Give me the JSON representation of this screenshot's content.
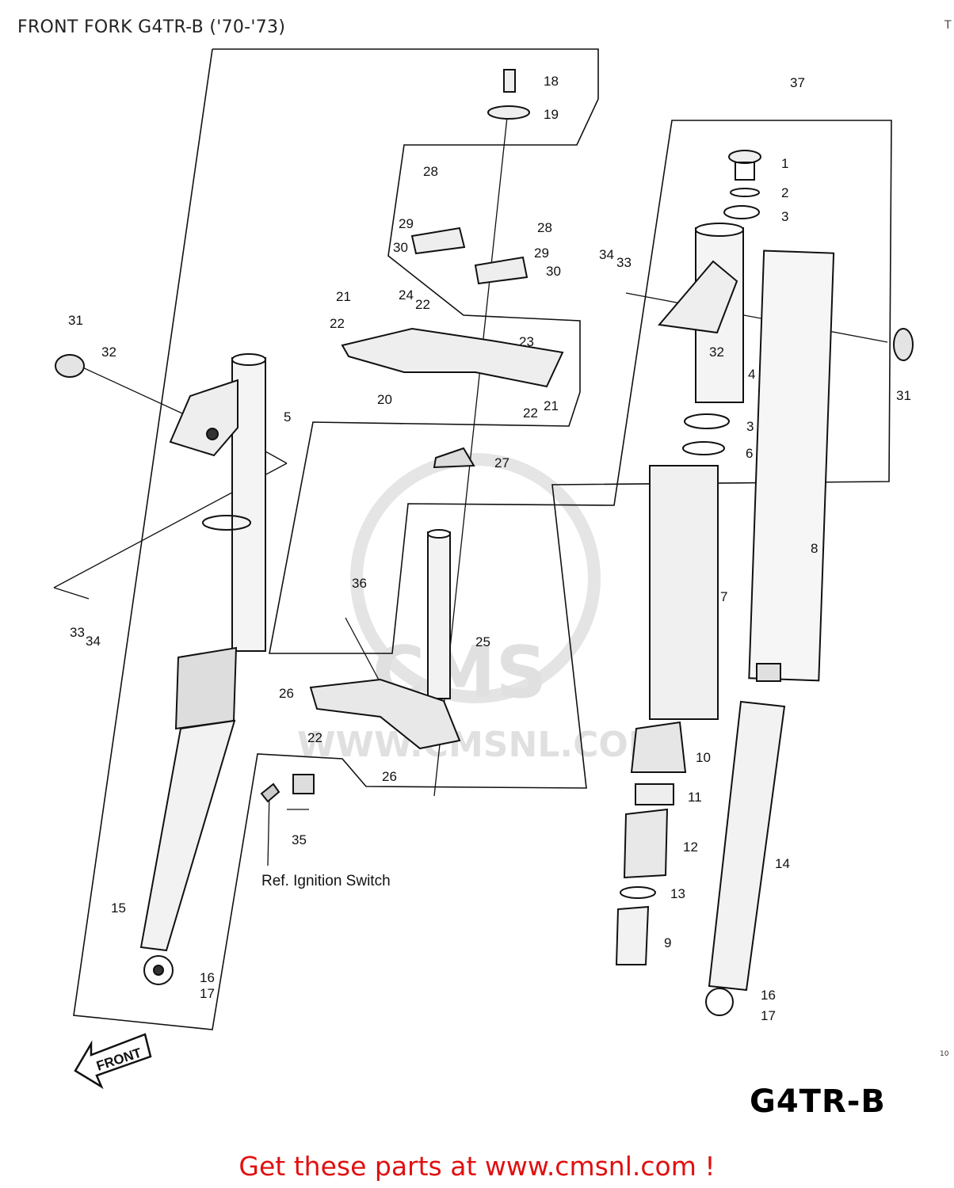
{
  "header": {
    "title": "FRONT FORK G4TR-B ('70-'73)",
    "corner_mark": "T"
  },
  "diagram": {
    "model_label": "G4TR-B",
    "front_arrow_label": "FRONT",
    "ref_note": "Ref. Ignition Switch",
    "side_code": "10",
    "watermark": {
      "brand": "CMS",
      "url": "WWW.CMSNL.COM"
    },
    "callouts": [
      "1",
      "2",
      "3",
      "3",
      "4",
      "5",
      "6",
      "7",
      "8",
      "9",
      "10",
      "11",
      "12",
      "13",
      "14",
      "15",
      "16",
      "17",
      "16",
      "17",
      "18",
      "19",
      "20",
      "21",
      "21",
      "22",
      "22",
      "22",
      "22",
      "23",
      "24",
      "25",
      "26",
      "26",
      "27",
      "28",
      "28",
      "29",
      "29",
      "30",
      "30",
      "31",
      "31",
      "32",
      "32",
      "33",
      "33",
      "34",
      "34",
      "35",
      "36",
      "37"
    ]
  },
  "footer": {
    "cta": "Get these parts at www.cmsnl.com !"
  }
}
